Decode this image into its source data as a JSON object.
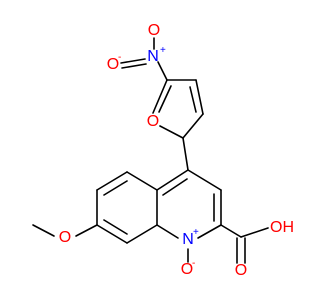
{
  "colors": {
    "background": "#ffffff",
    "bond": "#000000",
    "oxygen": "#ff0000",
    "nitrogen": "#0000ff"
  },
  "atoms": {
    "o_nitro_top": "O",
    "n_nitro": "N",
    "n_nitro_charge": "+",
    "o_nitro_left": "O",
    "o_nitro_left_charge": "-",
    "o_furan": "O",
    "o_methoxy": "O",
    "n_quinoline": "N",
    "n_quinoline_charge": "+",
    "o_n_oxide": "O",
    "o_n_oxide_charge": "-",
    "o_carboxyl_oh": "OH",
    "o_carboxyl_dbl": "O"
  }
}
